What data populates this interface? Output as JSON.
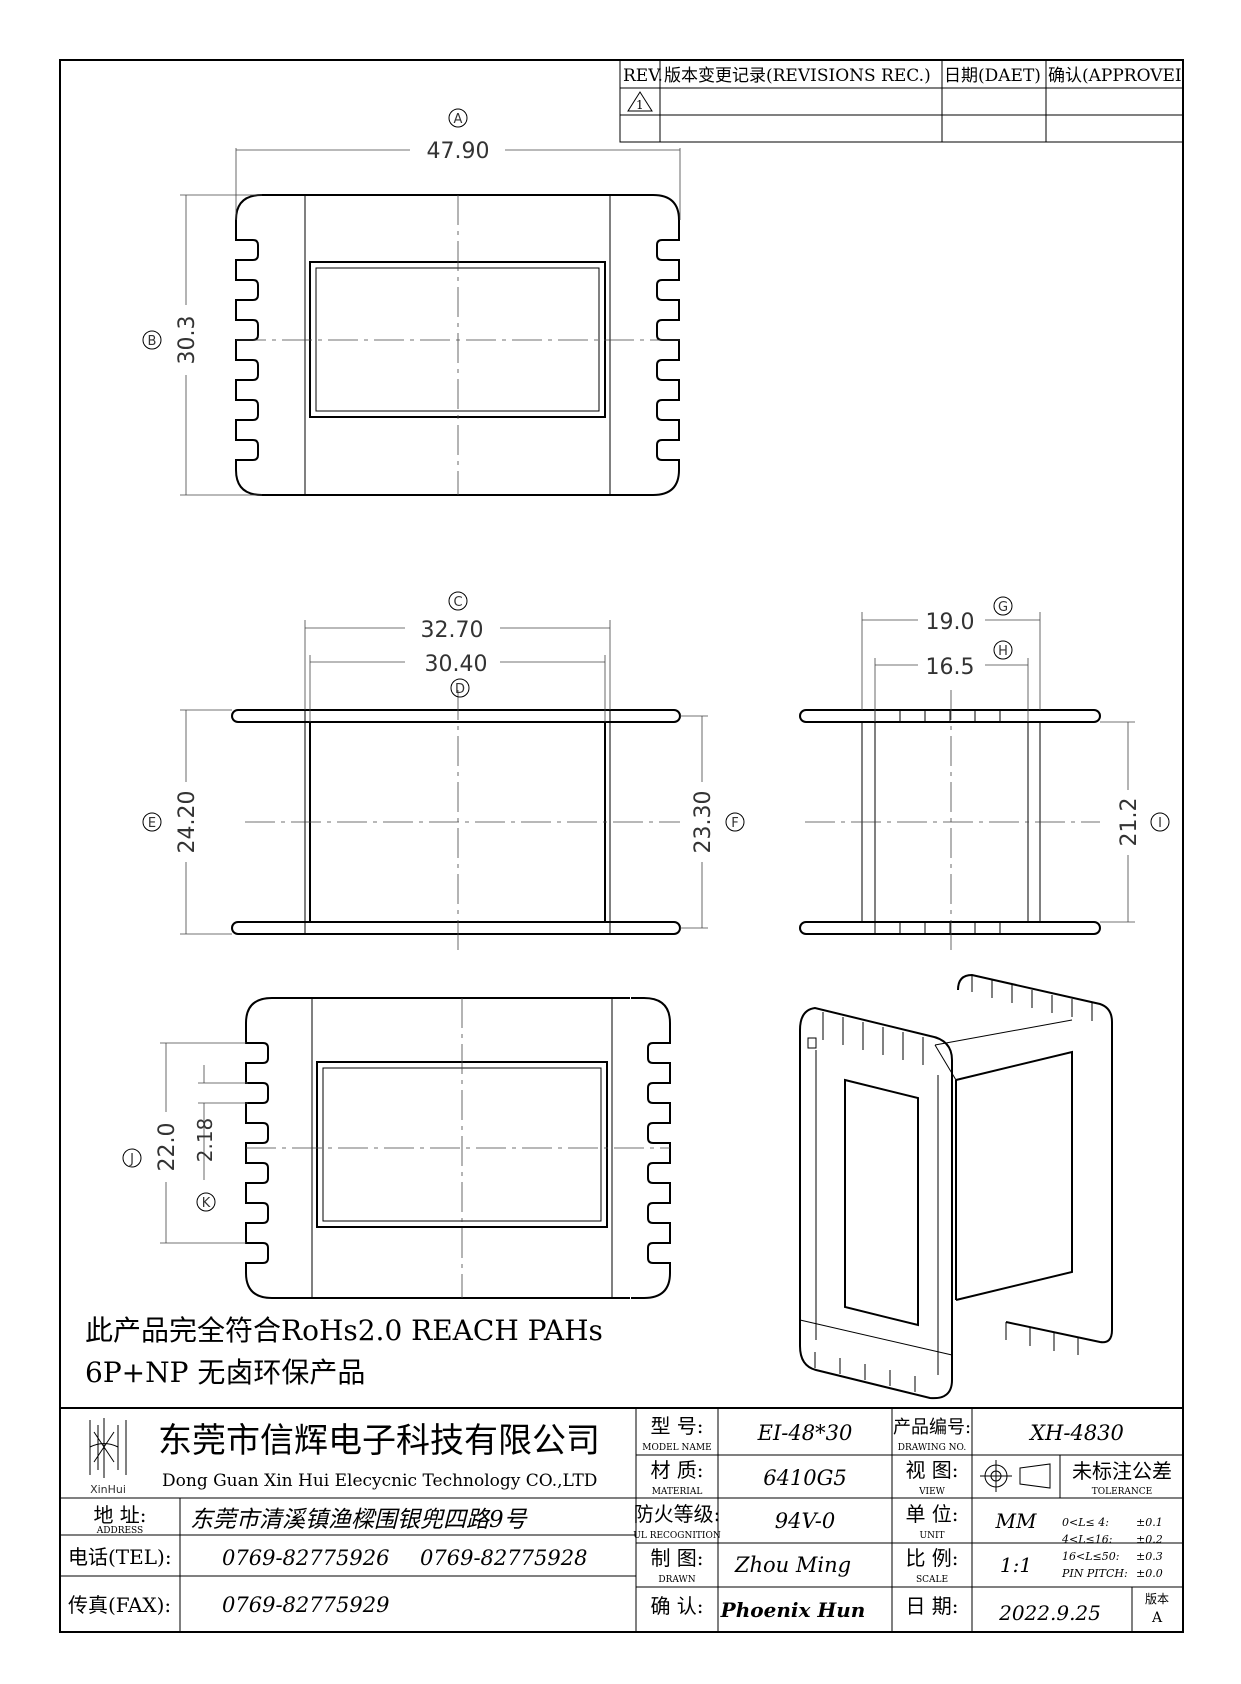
{
  "revision_table": {
    "headers": [
      "REV.",
      "版本变更记录(REVISIONS REC.)",
      "日期(DAET)",
      "确认(APPROVEI"
    ],
    "rev_mark": "1"
  },
  "dimensions": {
    "A": {
      "label": "A",
      "value": "47.90"
    },
    "B": {
      "label": "B",
      "value": "30.3"
    },
    "C": {
      "label": "C",
      "value": "32.70"
    },
    "D": {
      "label": "D",
      "value": "30.40"
    },
    "E": {
      "label": "E",
      "value": "24.20"
    },
    "F": {
      "label": "F",
      "value": "23.30"
    },
    "G": {
      "label": "G",
      "value": "19.0"
    },
    "H": {
      "label": "H",
      "value": "16.5"
    },
    "I": {
      "label": "I",
      "value": "21.2"
    },
    "J": {
      "label": "J",
      "value": "22.0"
    },
    "K": {
      "label": "K",
      "value": "2.18"
    }
  },
  "notes": {
    "line1": "此产品完全符合RoHs2.0 REACH PAHs",
    "line2": "6P+NP 无卤环保产品"
  },
  "title_block": {
    "logo_text": "XinHui",
    "company_cn": "东莞市信辉电子科技有限公司",
    "company_en": "Dong Guan Xin Hui Elecycnic Technology CO.,LTD",
    "address_label_cn": "地  址:",
    "address_label_en": "ADDRESS",
    "address_value": "东莞市清溪镇渔樑围银兜四路9号",
    "tel_label": "电话(TEL):",
    "tel_value1": "0769-82775926",
    "tel_value2": "0769-82775928",
    "fax_label": "传真(FAX):",
    "fax_value": "0769-82775929",
    "model_label_cn": "型  号:",
    "model_label_en": "MODEL NAME",
    "model_value": "EI-48*30",
    "material_label_cn": "材  质:",
    "material_label_en": "MATERIAL",
    "material_value": "6410G5",
    "ul_label_cn": "防火等级:",
    "ul_label_en": "UL RECOGNITION",
    "ul_value": "94V-0",
    "drawn_label_cn": "制  图:",
    "drawn_label_en": "DRAWN",
    "drawn_value": "Zhou Ming",
    "confirm_label_cn": "确  认:",
    "confirm_value": "Phoenix Hun",
    "drawing_no_label_cn": "产品编号:",
    "drawing_no_label_en": "DRAWING NO.",
    "drawing_no_value": "XH-4830",
    "view_label_cn": "视  图:",
    "view_label_en": "VIEW",
    "unit_label_cn": "单  位:",
    "unit_label_en": "UNIT",
    "unit_value": "MM",
    "scale_label_cn": "比  例:",
    "scale_label_en": "SCALE",
    "scale_value": "1:1",
    "date_label_cn": "日  期:",
    "date_value": "2022.9.25",
    "tolerance_title_cn": "未标注公差",
    "tolerance_title_en": "TOLERANCE",
    "tolerances": [
      {
        "range": "0<L≤ 4:",
        "value": "±0.1"
      },
      {
        "range": "4<L≤16:",
        "value": "±0.2"
      },
      {
        "range": "16<L≤50:",
        "value": "±0.3"
      },
      {
        "range": "PIN PITCH:",
        "value": "±0.0"
      }
    ],
    "version_label": "版本",
    "version_value": "A"
  }
}
